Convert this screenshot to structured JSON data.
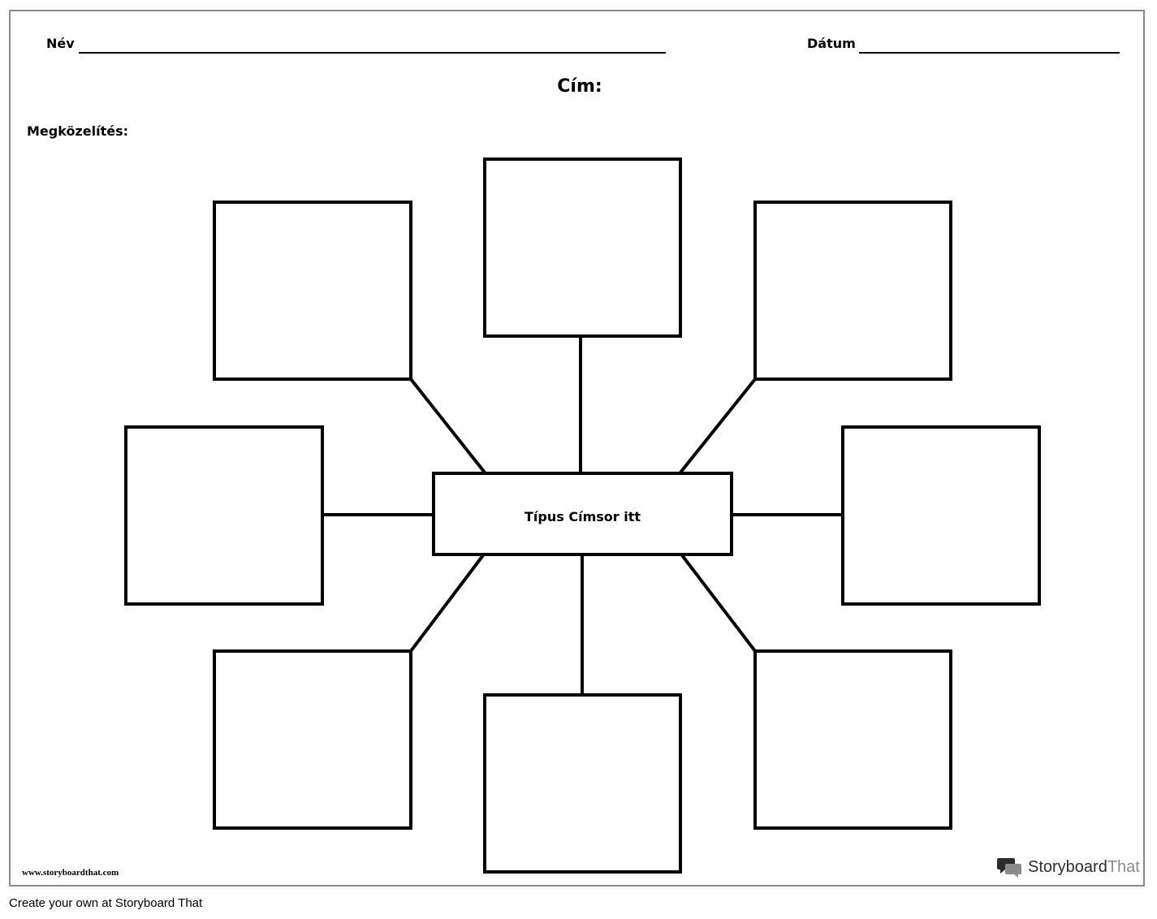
{
  "header": {
    "name_label": "Név",
    "date_label": "Dátum",
    "title_label": "Cím:",
    "approach_label": "Megközelítés:"
  },
  "diagram": {
    "center_label": "Típus Címsor itt",
    "outer_box_count": 8
  },
  "footer": {
    "url": "www.storyboardthat.com",
    "brand_prefix": "Storyboard",
    "brand_suffix": "That",
    "create_link": "Create your own at Storyboard That"
  },
  "colors": {
    "stroke": "#000000",
    "border": "#8a8a8a",
    "brand_dark": "#2b2b2b",
    "brand_light": "#8c8c8c"
  }
}
